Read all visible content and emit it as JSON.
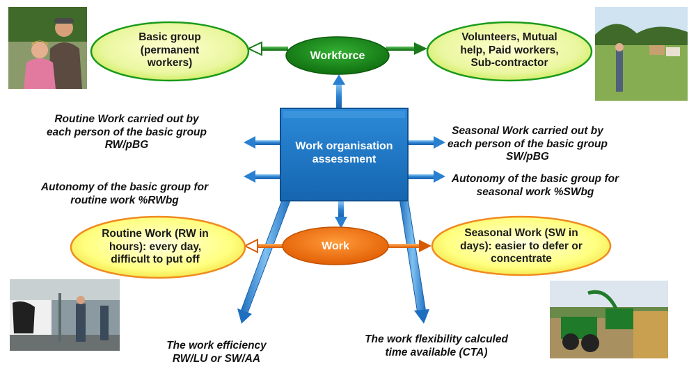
{
  "nodes": {
    "workforce": "Workforce",
    "assessment": "Work organisation assessment",
    "work": "Work",
    "basic_group": "Basic group (permanent workers)",
    "volunteers": "Volunteers, Mutual help, Paid workers, Sub-contractor",
    "routine_work": "Routine Work (RW in hours): every day, difficult to put off",
    "seasonal_work": "Seasonal Work (SW in days): easier to defer or concentrate"
  },
  "indicators": {
    "routine_pbg": "Routine Work carried out by each person of the  basic group RW/pBG",
    "autonomy_routine": "Autonomy of the basic group for routine work %RWbg",
    "seasonal_pbg": "Seasonal Work carried out by each person of the basic group SW/pBG",
    "autonomy_seasonal": "Autonomy of the basic group for seasonal work %SWbg",
    "efficiency": "The work efficiency RW/LU or SW/AA",
    "flexibility": "The work flexibility calculed time available (CTA)"
  },
  "colors": {
    "green_dark": "#1f8a1f",
    "green_light": "#e6f5a0",
    "blue_box": "#1f78c8",
    "orange": "#f07010",
    "yellow_light": "#ffff80",
    "arrow_blue": "#2e86d8"
  },
  "photos": {
    "farmers": "farmers-photo",
    "cattle": "cattle-field-photo",
    "milking": "milking-parlour-photo",
    "harvest": "harvest-photo"
  }
}
